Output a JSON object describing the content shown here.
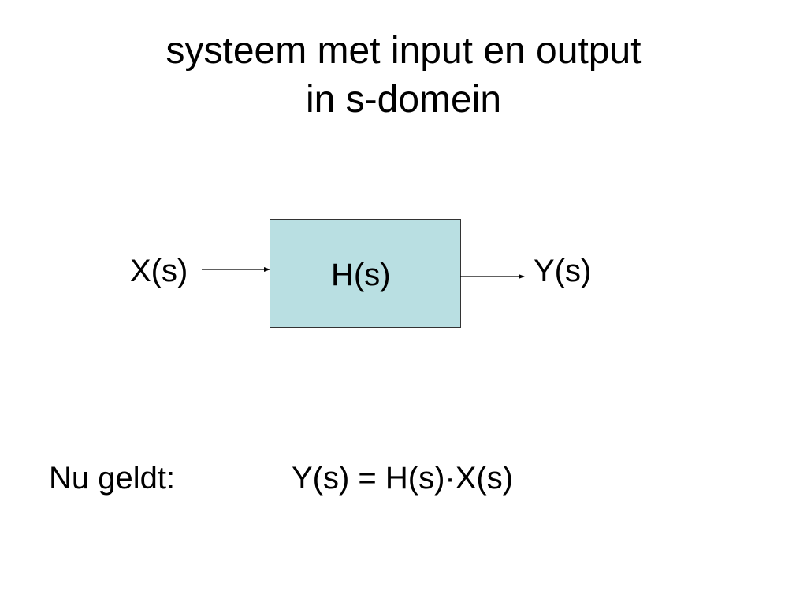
{
  "title": {
    "line1": "systeem met input en output",
    "line2": "in s-domein"
  },
  "diagram": {
    "input": "X(s)",
    "block": "H(s)",
    "output": "Y(s)",
    "block_color": "#b9dfe2"
  },
  "formula": {
    "intro": "Nu geldt:",
    "equation": "Y(s) = H(s)·X(s)"
  }
}
